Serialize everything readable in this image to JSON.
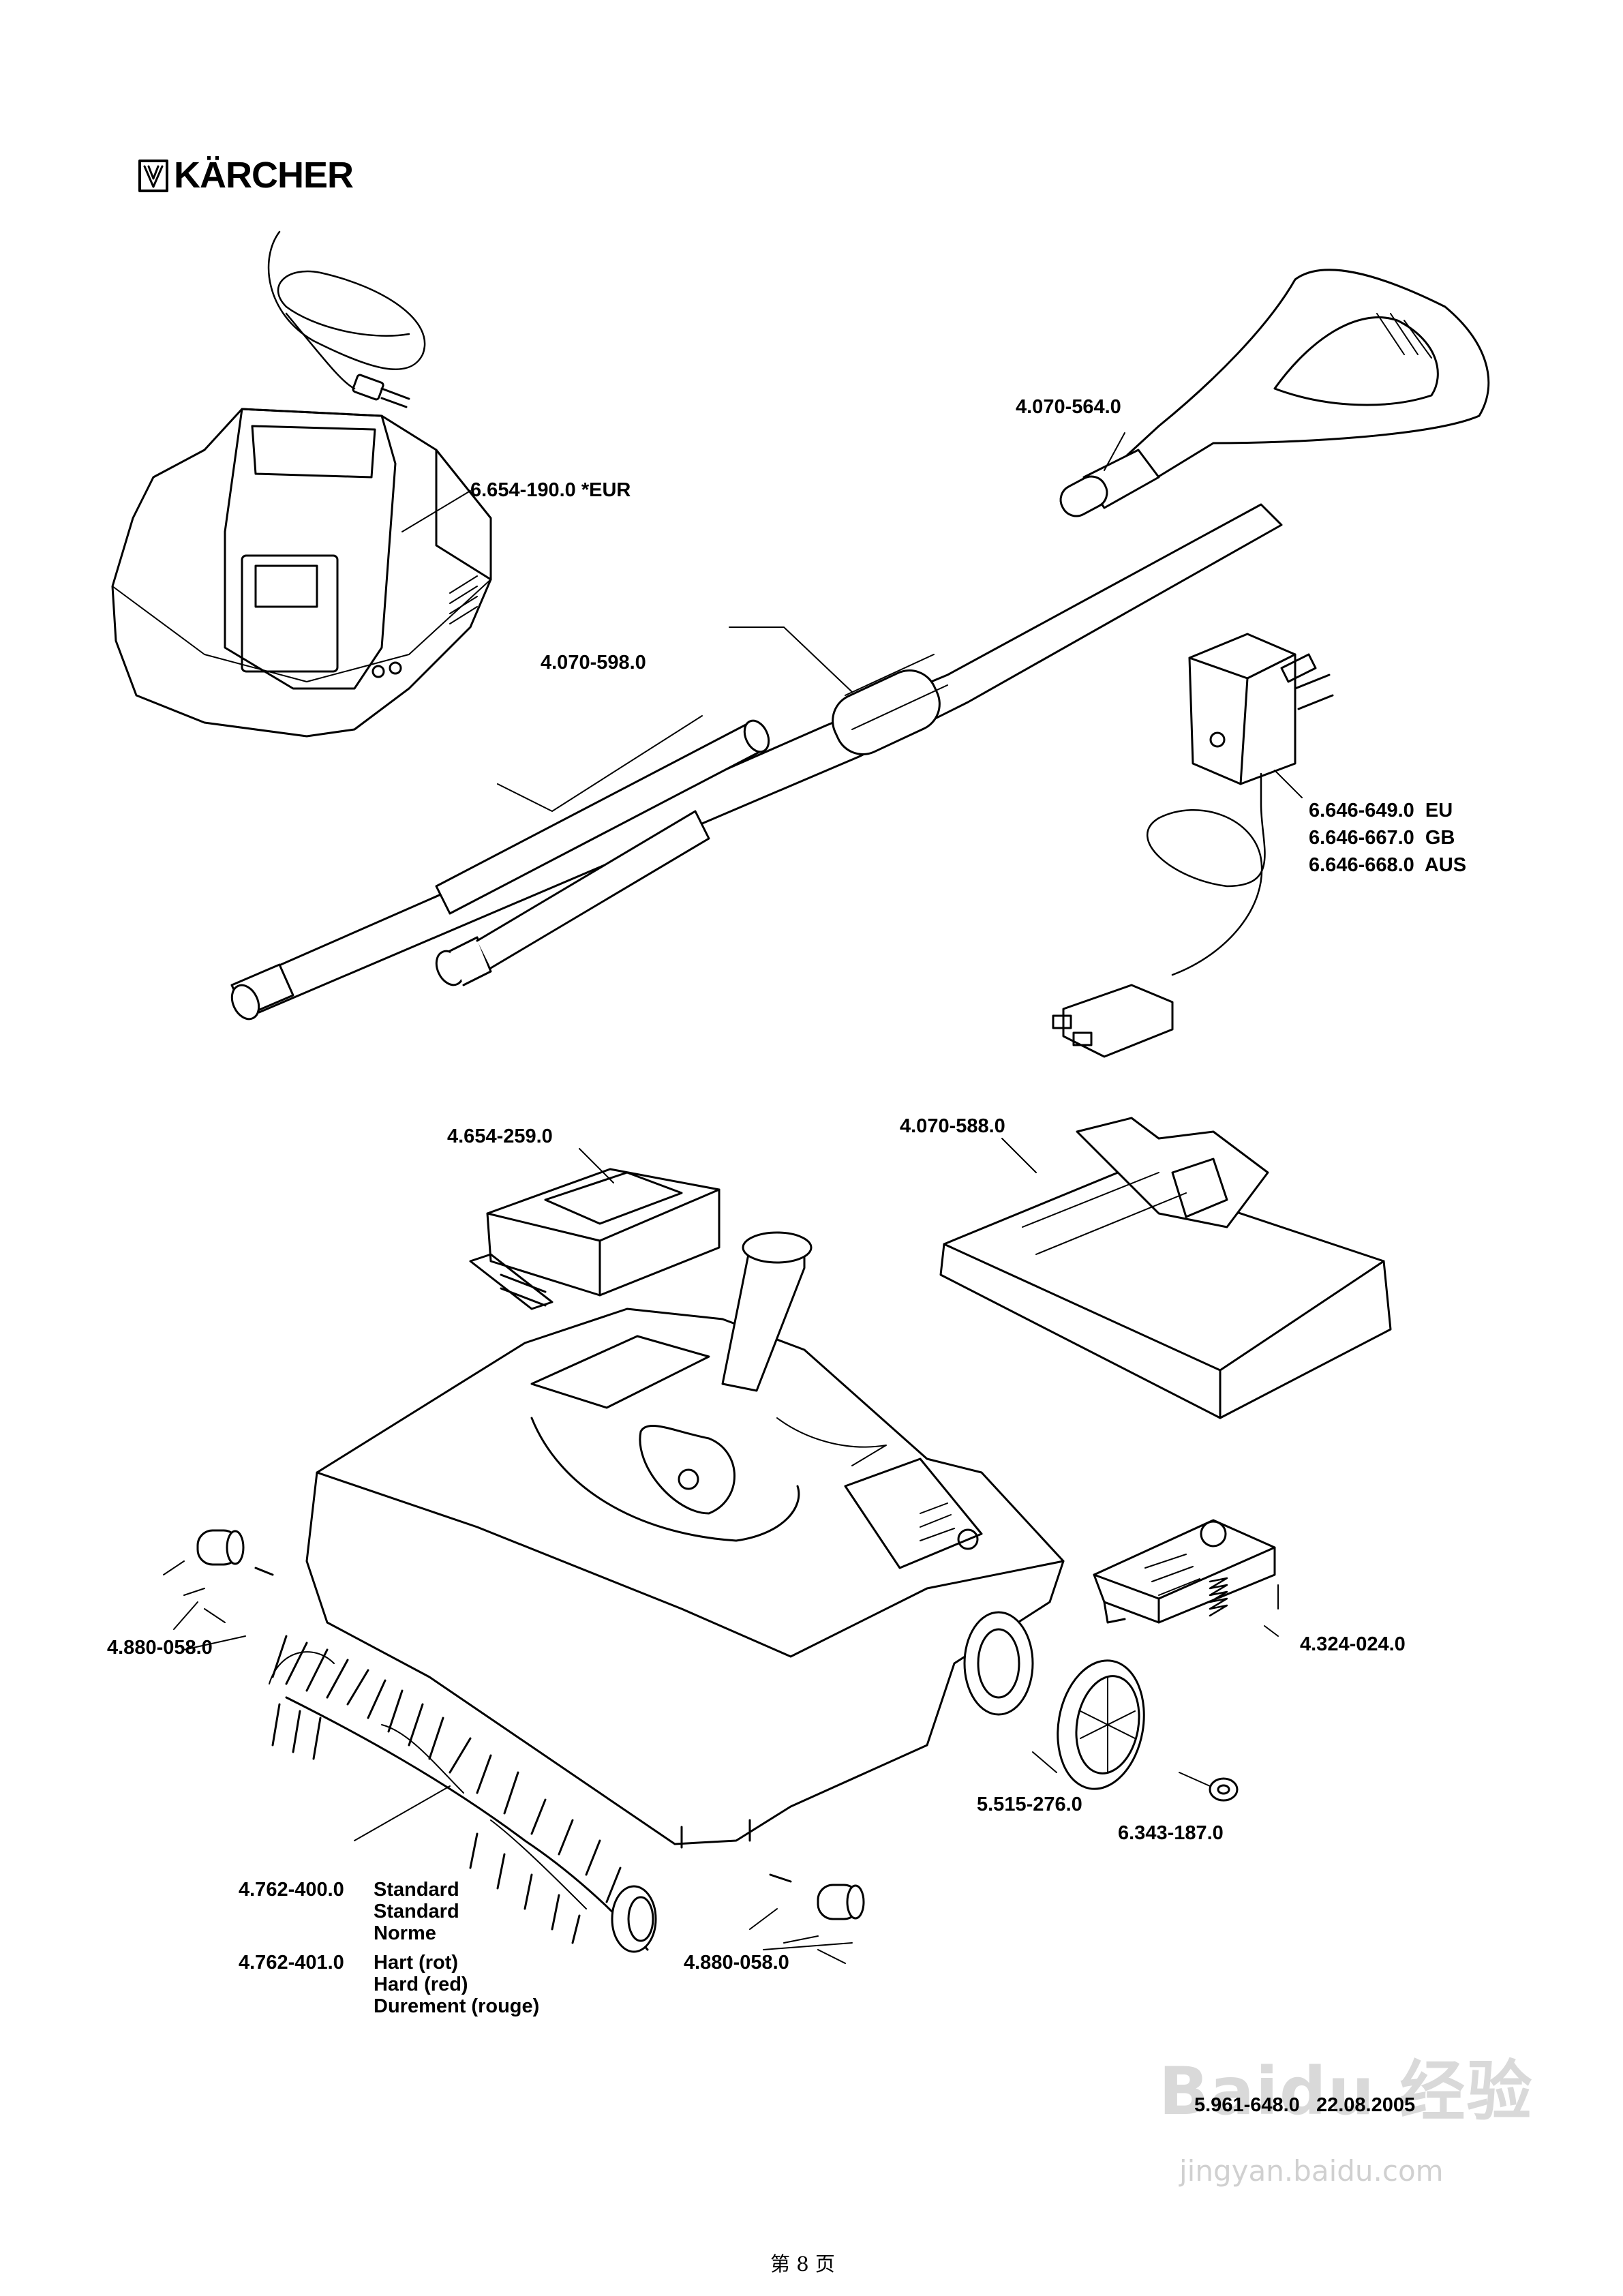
{
  "brand": {
    "name": "KÄRCHER"
  },
  "parts": {
    "p1": "6.654-190.0 *EUR",
    "p2": "4.070-564.0",
    "p3": "4.070-598.0",
    "p4": [
      "6.646-649.0  EU",
      "6.646-667.0  GB",
      "6.646-668.0  AUS"
    ],
    "p5": "4.654-259.0",
    "p6": "4.070-588.0",
    "p7": "4.880-058.0",
    "p8": "4.324-024.0",
    "p9": "5.515-276.0",
    "p10": "6.343-187.0",
    "p11": {
      "code": "4.762-400.0",
      "lines": [
        "Standard",
        "Standard",
        "Norme"
      ]
    },
    "p12": {
      "code": "4.762-401.0",
      "lines": [
        "Hart (rot)",
        "Hard (red)",
        "Durement (rouge)"
      ]
    },
    "p13": "4.880-058.0"
  },
  "footer": {
    "doc_code": "5.961-648.0   22.08.2005",
    "page": "第 8 页"
  },
  "watermark": {
    "text": "Baidu 经验",
    "url": "jingyan.baidu.com"
  },
  "icons": [
    "karcher-logo-icon",
    "charger-cradle-icon",
    "handle-icon",
    "tube-icon",
    "power-adapter-icon",
    "battery-pack-icon",
    "dust-tray-icon",
    "sweeper-body-icon",
    "roller-icon",
    "brush-roller-icon",
    "latch-cover-icon",
    "spring-icon",
    "wheel-icon",
    "cap-icon"
  ]
}
